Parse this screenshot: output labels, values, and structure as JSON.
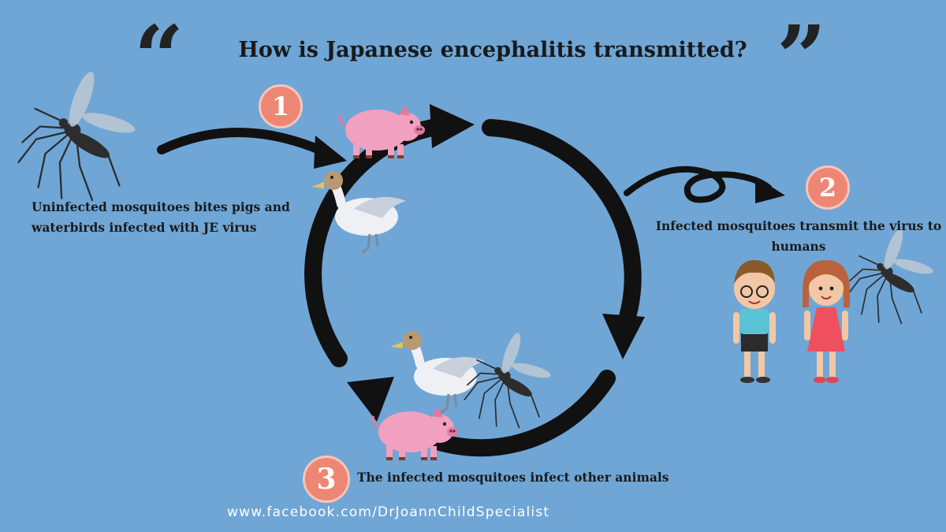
{
  "title": "How is Japanese encephalitis transmitted?",
  "quote_open": "“",
  "quote_close": "”",
  "steps": [
    {
      "number": "1",
      "caption": "Uninfected mosquitoes bites pigs and waterbirds infected with JE virus"
    },
    {
      "number": "2",
      "caption": "Infected mosquitoes transmit the virus to humans"
    },
    {
      "number": "3",
      "caption": "The infected mosquitoes infect other animals"
    }
  ],
  "footer": "www.facebook.com/DrJoannChildSpecialist",
  "colors": {
    "background": "#6fa6d6",
    "arrow": "#111111",
    "badge": "#ee8674",
    "pig": "#f2a0bf",
    "bird": "#eef0f4",
    "boy_shirt": "#5bc3d6",
    "girl_dress": "#f04f5d"
  }
}
